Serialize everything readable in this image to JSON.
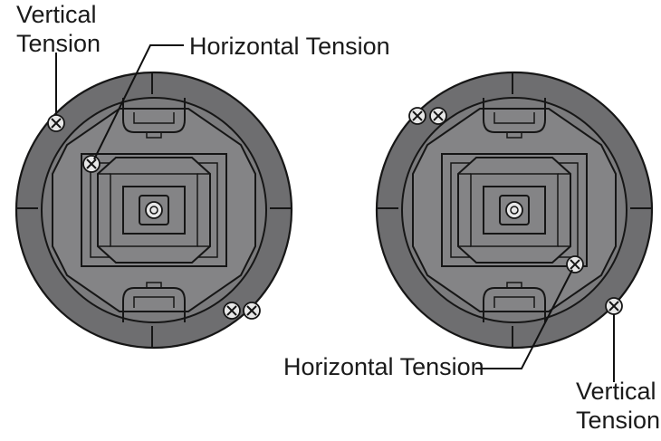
{
  "callouts": {
    "left_vertical": [
      "Vertical",
      "Tension"
    ],
    "left_horizontal": "Horizontal Tension",
    "right_horizontal": "Horizontal Tension",
    "right_vertical": [
      "Vertical",
      "Tension"
    ]
  },
  "colors": {
    "gimbal_body": "#6e6e70",
    "gimbal_face": "#848486",
    "outline": "#161616",
    "screw_head": "#e8e8e8",
    "label_text": "#1a1a1a"
  },
  "icons": [
    "gimbal-assembly-icon",
    "tension-screw-icon"
  ]
}
